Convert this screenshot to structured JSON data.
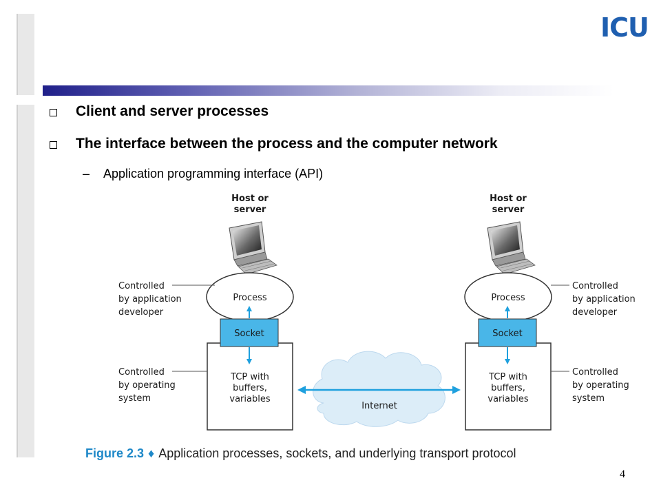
{
  "logo": {
    "text": "ICU"
  },
  "bullets": [
    {
      "text": "Client and server processes"
    },
    {
      "text": "The interface between the process and the computer network"
    }
  ],
  "sub_bullet": {
    "dash": "–",
    "text": "Application programming interface (API)"
  },
  "diagram": {
    "left": {
      "host_label": [
        "Host or",
        "server"
      ],
      "process": "Process",
      "socket": "Socket",
      "tcp": [
        "TCP with",
        "buffers,",
        "variables"
      ],
      "ctrl_app": [
        "Controlled",
        "by application",
        "developer"
      ],
      "ctrl_os": [
        "Controlled",
        "by operating",
        "system"
      ]
    },
    "right": {
      "host_label": [
        "Host or",
        "server"
      ],
      "process": "Process",
      "socket": "Socket",
      "tcp": [
        "TCP with",
        "buffers,",
        "variables"
      ],
      "ctrl_app": [
        "Controlled",
        "by application",
        "developer"
      ],
      "ctrl_os": [
        "Controlled",
        "by operating",
        "system"
      ]
    },
    "internet": "Internet"
  },
  "caption": {
    "figure": "Figure 2.3",
    "separator": "♦",
    "text": "Application processes, sockets, and underlying transport protocol"
  },
  "page_number": "4",
  "colors": {
    "socket_fill": "#49b6e8",
    "arrow": "#1ea0de",
    "cloud": "#dcedf8",
    "caption_accent": "#1e88c8",
    "logo": "#1f5fb0"
  }
}
